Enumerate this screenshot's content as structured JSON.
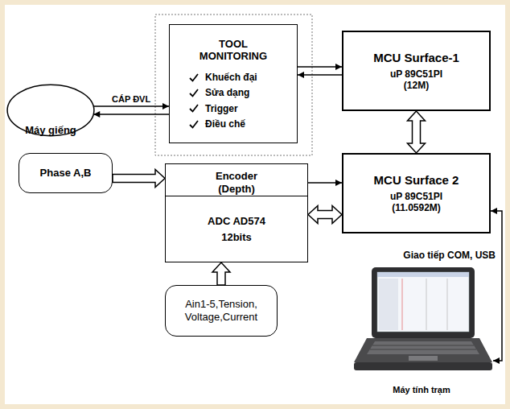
{
  "diagram": {
    "nodes": [
      {
        "text": [
          "Máy giếng"
        ]
      },
      {
        "text": [
          "TOOL MONITORING",
          "Khuếch đại",
          "Sửa dạng",
          "Trigger",
          "Điều chế"
        ]
      },
      {
        "text": [
          "MCU Surface-1",
          "uP 89C51PI",
          "(12M)"
        ]
      },
      {
        "text": [
          "Phase A,B"
        ]
      },
      {
        "text": [
          "Encoder (Depth)"
        ]
      },
      {
        "text": [
          "ADC AD574",
          "12bits"
        ]
      },
      {
        "text": [
          "MCU Surface 2",
          "uP 89C51PI",
          "(11.0592M)"
        ]
      },
      {
        "text": [
          "Ain1-5,Tension, Voltage,Current"
        ]
      },
      {
        "text": [
          "Máy tính trạm"
        ]
      }
    ],
    "edges": [
      {
        "from": 0,
        "to": 1,
        "arrow": "to",
        "label": "CÁP ĐVL"
      },
      {
        "from": 1,
        "to": 0,
        "arrow": "to"
      },
      {
        "from": 1,
        "to": 2,
        "arrow": "to"
      },
      {
        "from": 2,
        "to": 1,
        "arrow": "to"
      },
      {
        "from": 2,
        "to": 6,
        "arrow": "both"
      },
      {
        "from": 3,
        "to": 4,
        "arrow": "to"
      },
      {
        "from": 4,
        "to": 6,
        "arrow": "to"
      },
      {
        "from": 5,
        "to": 6,
        "arrow": "both"
      },
      {
        "from": 7,
        "to": 5,
        "arrow": "to"
      },
      {
        "from": 8,
        "to": 6,
        "arrow": "both",
        "label": "Giao tiếp COM, USB"
      }
    ]
  }
}
